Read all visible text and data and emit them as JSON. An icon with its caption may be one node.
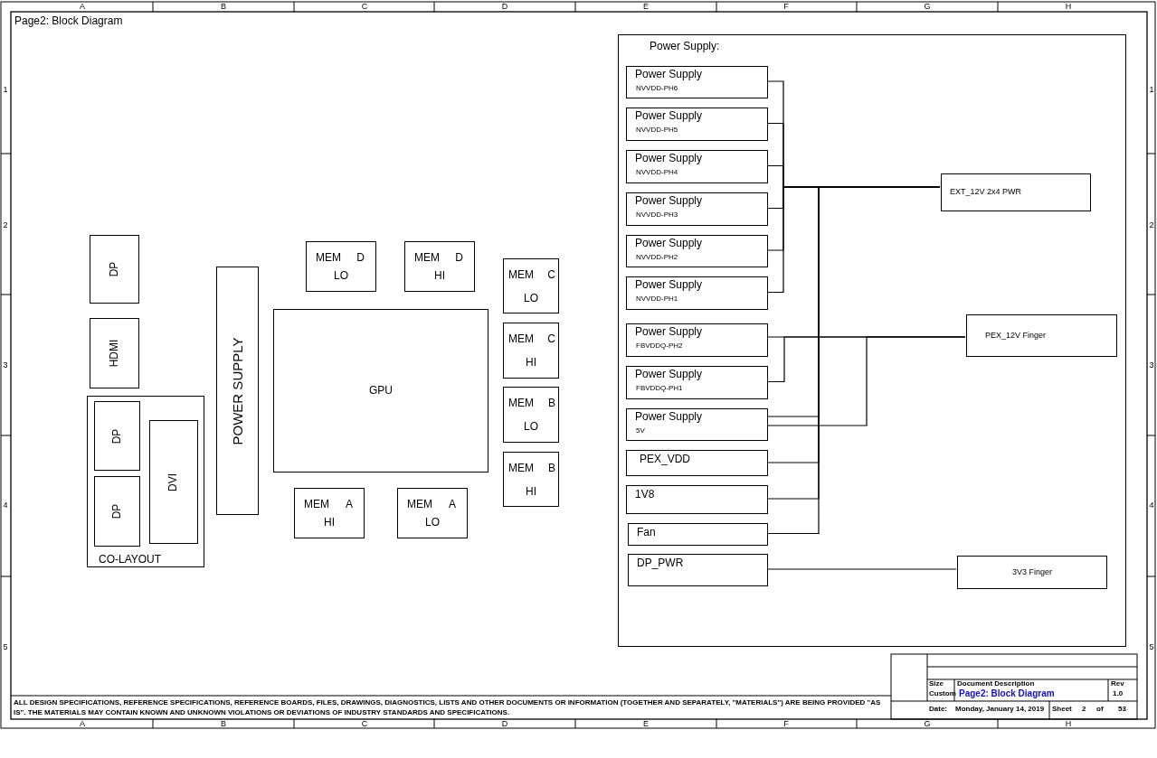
{
  "diagram": {
    "title": "Page2: Block Diagram",
    "nodes": [
      {
        "text": [
          "DP"
        ]
      },
      {
        "text": [
          "HDMI"
        ]
      },
      {
        "text": [
          "CO-LAYOUT"
        ]
      },
      {
        "text": [
          "DP"
        ],
        "in": 2
      },
      {
        "text": [
          "DP"
        ],
        "in": 2
      },
      {
        "text": [
          "DVI"
        ],
        "in": 2
      },
      {
        "text": [
          "POWER SUPPLY"
        ]
      },
      {
        "text": [
          "MEM",
          "D",
          "LO"
        ]
      },
      {
        "text": [
          "MEM",
          "D",
          "HI"
        ]
      },
      {
        "text": [
          "GPU"
        ]
      },
      {
        "text": [
          "MEM",
          "C",
          "LO"
        ]
      },
      {
        "text": [
          "MEM",
          "C",
          "HI"
        ]
      },
      {
        "text": [
          "MEM",
          "B",
          "LO"
        ]
      },
      {
        "text": [
          "MEM",
          "B",
          "HI"
        ]
      },
      {
        "text": [
          "MEM",
          "A",
          "HI"
        ]
      },
      {
        "text": [
          "MEM",
          "A",
          "LO"
        ]
      },
      {
        "text": [
          "Power Supply:"
        ]
      },
      {
        "text": [
          "Power Supply",
          "NVVDD-PH6"
        ],
        "in": 16
      },
      {
        "text": [
          "Power Supply",
          "NVVDD-PH5"
        ],
        "in": 16
      },
      {
        "text": [
          "Power Supply",
          "NVVDD-PH4"
        ],
        "in": 16
      },
      {
        "text": [
          "Power Supply",
          "NVVDD-PH3"
        ],
        "in": 16
      },
      {
        "text": [
          "Power Supply",
          "NVVDD-PH2"
        ],
        "in": 16
      },
      {
        "text": [
          "Power Supply",
          "NVVDD-PH1"
        ],
        "in": 16
      },
      {
        "text": [
          "EXT_12V 2x4 PWR"
        ],
        "in": 16
      },
      {
        "text": [
          "Power Supply",
          "FBVDDQ-PH2"
        ],
        "in": 16
      },
      {
        "text": [
          "Power Supply",
          "FBVDDQ-PH1"
        ],
        "in": 16
      },
      {
        "text": [
          "PEX_12V Finger"
        ],
        "in": 16
      },
      {
        "text": [
          "Power Supply",
          "5V"
        ],
        "in": 16
      },
      {
        "text": [
          "PEX_VDD"
        ],
        "in": 16
      },
      {
        "text": [
          "1V8"
        ],
        "in": 16
      },
      {
        "text": [
          "Fan"
        ],
        "in": 16
      },
      {
        "text": [
          "DP_PWR"
        ],
        "in": 16
      },
      {
        "text": [
          "3V3 Finger"
        ],
        "in": 16
      }
    ],
    "edges": [
      {
        "from": 17,
        "to": 23,
        "arrow": "none"
      },
      {
        "from": 18,
        "to": 23,
        "arrow": "none"
      },
      {
        "from": 19,
        "to": 23,
        "arrow": "none"
      },
      {
        "from": 20,
        "to": 23,
        "arrow": "none"
      },
      {
        "from": 21,
        "to": 23,
        "arrow": "none"
      },
      {
        "from": 22,
        "to": 23,
        "arrow": "none"
      },
      {
        "from": 23,
        "to": 27,
        "arrow": "none"
      },
      {
        "from": 23,
        "to": 28,
        "arrow": "none"
      },
      {
        "from": 23,
        "to": 29,
        "arrow": "none"
      },
      {
        "from": 23,
        "to": 30,
        "arrow": "none"
      },
      {
        "from": 24,
        "to": 26,
        "arrow": "none"
      },
      {
        "from": 25,
        "to": 26,
        "arrow": "none"
      },
      {
        "from": 27,
        "to": 26,
        "arrow": "none"
      },
      {
        "from": 31,
        "to": 32,
        "arrow": "none"
      }
    ],
    "labels": [
      "A",
      "B",
      "C",
      "D",
      "E",
      "F",
      "G",
      "H",
      "1",
      "1",
      "2",
      "2",
      "3",
      "3",
      "4",
      "4",
      "5",
      "5",
      "ALL DESIGN SPECIFICATIONS, REFERENCE SPECIFICATIONS, REFERENCE BOARDS, FILES, DRAWINGS, DIAGNOSTICS, LISTS AND OTHER DOCUMENTS OR INFORMATION (TOGETHER AND SEPARATELY, \"MATERIALS\") ARE BEING PROVIDED \"AS IS\". THE MATERIALS MAY CONTAIN KNOWN AND UNKNOWN VIOLATIONS OR DEVIATIONS OF INDUSTRY STANDARDS AND SPECIFICATIONS.",
      "Size",
      "Document Description",
      "Rev",
      "Custom",
      "Page2: Block Diagram",
      "1.0",
      "Date:",
      "Monday, January 14, 2019",
      "Sheet",
      "2",
      "of",
      "53",
      "A",
      "B",
      "C",
      "D",
      "E",
      "F",
      "G",
      "H"
    ]
  }
}
